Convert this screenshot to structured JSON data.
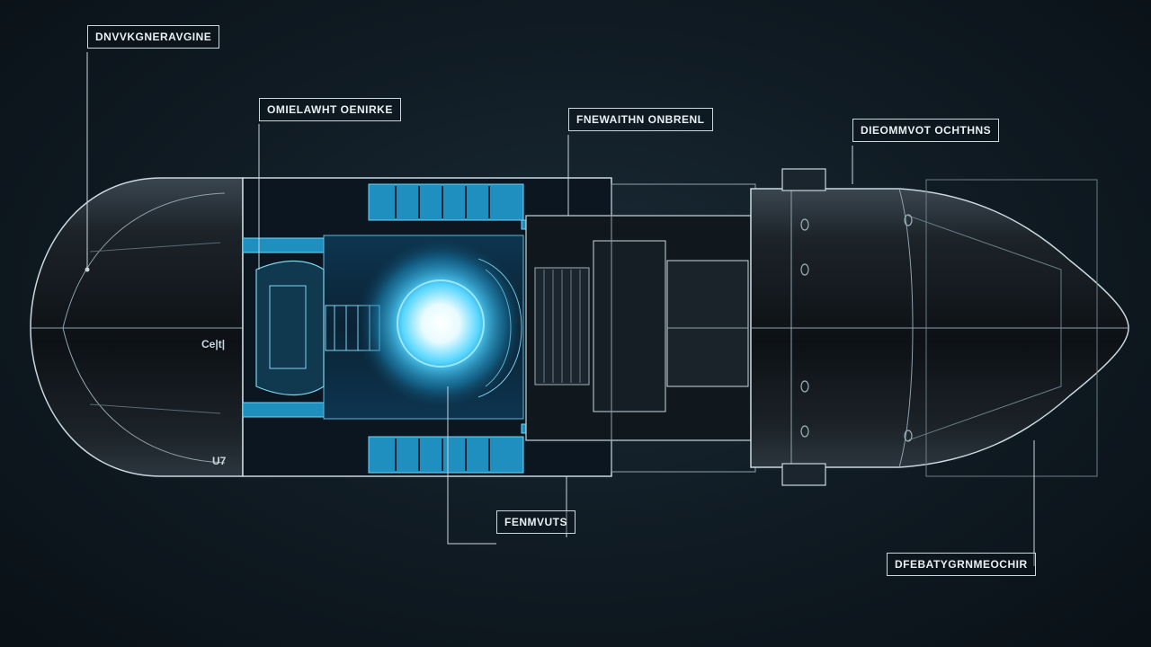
{
  "labels": {
    "top_left": "DNVVKGNERAVGINE",
    "upper_mid_left": "OMIELAWHT OENIRKE",
    "upper_mid_right": "FNEWAITHN ONBRENL",
    "upper_right": "DIEOMMVOT OCHTHNS",
    "bottom_mid": "FENMVUTS",
    "bottom_right": "DFEBATYGRNMEOCHIR"
  },
  "hull_marks": {
    "side_text": "Ce|t|",
    "bottom_text": "U7"
  },
  "colors": {
    "background": "#0f1a22",
    "hull_dark": "#15191d",
    "hull_line": "#c9d7de",
    "accent_cyan": "#35c3ef",
    "core_glow": "#7fe8ff"
  }
}
